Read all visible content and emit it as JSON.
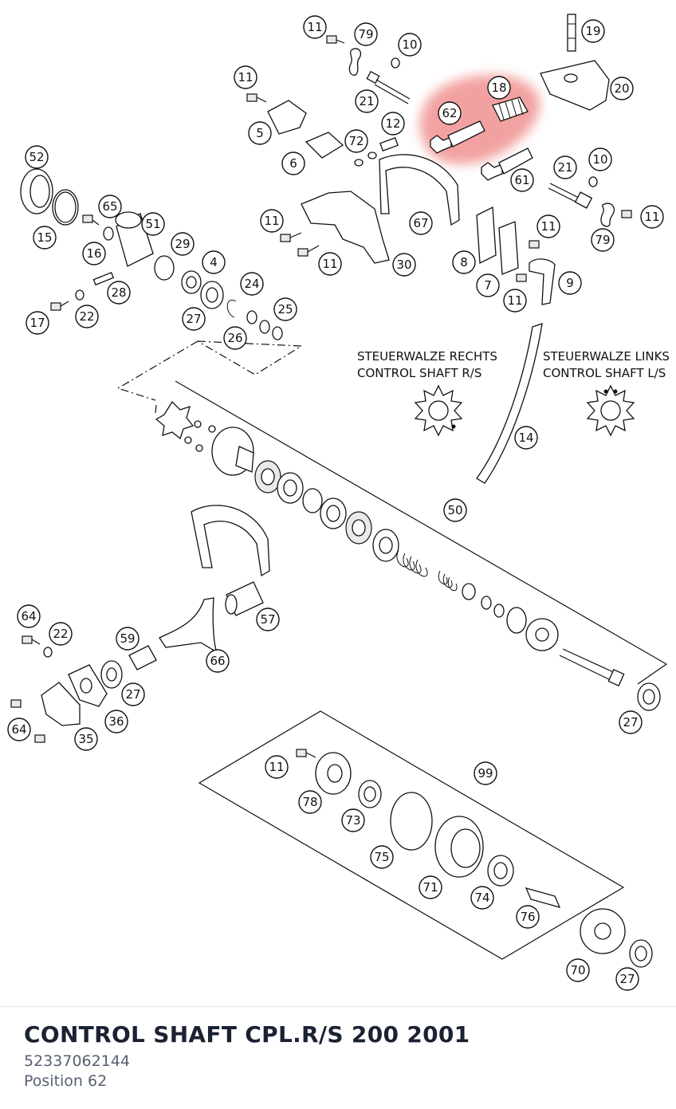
{
  "diagram": {
    "highlight_color": "#f08a8a",
    "group_labels": [
      {
        "de": "STEUERWALZE RECHTS",
        "en": "CONTROL SHAFT R/S"
      },
      {
        "de": "STEUERWALZE LINKS",
        "en": "CONTROL SHAFT L/S"
      }
    ],
    "callouts": [
      {
        "n": "11",
        "highlight": false
      },
      {
        "n": "79",
        "highlight": false
      },
      {
        "n": "10",
        "highlight": false
      },
      {
        "n": "19",
        "highlight": false
      },
      {
        "n": "11",
        "highlight": false
      },
      {
        "n": "18",
        "highlight": true
      },
      {
        "n": "20",
        "highlight": false
      },
      {
        "n": "21",
        "highlight": false
      },
      {
        "n": "62",
        "highlight": true
      },
      {
        "n": "5",
        "highlight": false
      },
      {
        "n": "12",
        "highlight": false
      },
      {
        "n": "72",
        "highlight": false
      },
      {
        "n": "6",
        "highlight": false
      },
      {
        "n": "52",
        "highlight": false
      },
      {
        "n": "21",
        "highlight": false
      },
      {
        "n": "10",
        "highlight": false
      },
      {
        "n": "61",
        "highlight": false
      },
      {
        "n": "65",
        "highlight": false
      },
      {
        "n": "11",
        "highlight": false
      },
      {
        "n": "67",
        "highlight": false
      },
      {
        "n": "51",
        "highlight": false
      },
      {
        "n": "11",
        "highlight": false
      },
      {
        "n": "15",
        "highlight": false
      },
      {
        "n": "29",
        "highlight": false
      },
      {
        "n": "79",
        "highlight": false
      },
      {
        "n": "16",
        "highlight": false
      },
      {
        "n": "11",
        "highlight": false
      },
      {
        "n": "11",
        "highlight": false
      },
      {
        "n": "4",
        "highlight": false
      },
      {
        "n": "30",
        "highlight": false
      },
      {
        "n": "8",
        "highlight": false
      },
      {
        "n": "28",
        "highlight": false
      },
      {
        "n": "24",
        "highlight": false
      },
      {
        "n": "7",
        "highlight": false
      },
      {
        "n": "9",
        "highlight": false
      },
      {
        "n": "11",
        "highlight": false
      },
      {
        "n": "22",
        "highlight": false
      },
      {
        "n": "25",
        "highlight": false
      },
      {
        "n": "17",
        "highlight": false
      },
      {
        "n": "27",
        "highlight": false
      },
      {
        "n": "26",
        "highlight": false
      },
      {
        "n": "14",
        "highlight": false
      },
      {
        "n": "50",
        "highlight": false
      },
      {
        "n": "64",
        "highlight": false
      },
      {
        "n": "57",
        "highlight": false
      },
      {
        "n": "22",
        "highlight": false
      },
      {
        "n": "59",
        "highlight": false
      },
      {
        "n": "66",
        "highlight": false
      },
      {
        "n": "27",
        "highlight": false
      },
      {
        "n": "36",
        "highlight": false
      },
      {
        "n": "64",
        "highlight": false
      },
      {
        "n": "35",
        "highlight": false
      },
      {
        "n": "27",
        "highlight": false
      },
      {
        "n": "11",
        "highlight": false
      },
      {
        "n": "99",
        "highlight": false
      },
      {
        "n": "78",
        "highlight": false
      },
      {
        "n": "73",
        "highlight": false
      },
      {
        "n": "75",
        "highlight": false
      },
      {
        "n": "71",
        "highlight": false
      },
      {
        "n": "74",
        "highlight": false
      },
      {
        "n": "76",
        "highlight": false
      },
      {
        "n": "70",
        "highlight": false
      },
      {
        "n": "27",
        "highlight": false
      }
    ]
  },
  "part": {
    "title": "CONTROL SHAFT CPL.R/S 200 2001",
    "number": "52337062144",
    "position": "Position 62"
  }
}
